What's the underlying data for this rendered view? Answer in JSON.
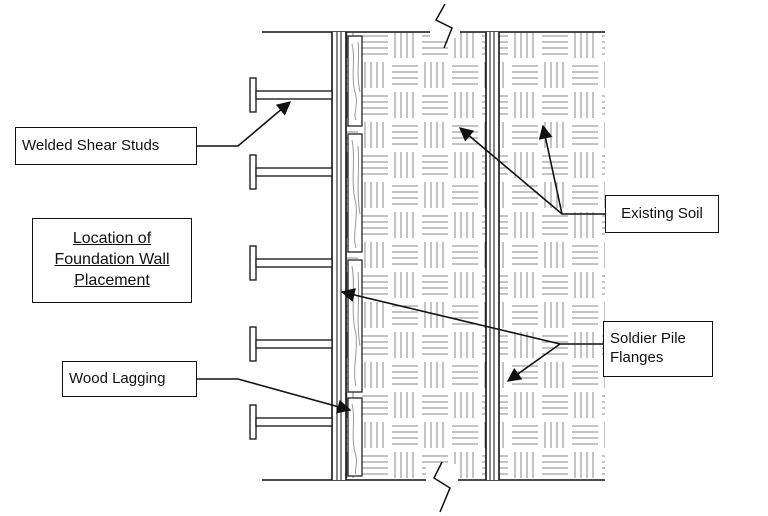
{
  "labels": {
    "welded_shear_studs": "Welded Shear Studs",
    "location_title_line1": "Location of",
    "location_title_line2": "Foundation Wall",
    "location_title_line3": "Placement",
    "wood_lagging": "Wood Lagging",
    "existing_soil": "Existing Soil",
    "soldier_pile_line1": "Soldier Pile",
    "soldier_pile_line2": "Flanges"
  },
  "colors": {
    "line": "#111111",
    "hatch": "#8a8a8a",
    "lagging": "#9a9a9a",
    "background": "#ffffff"
  },
  "shear_stud_count": 5
}
